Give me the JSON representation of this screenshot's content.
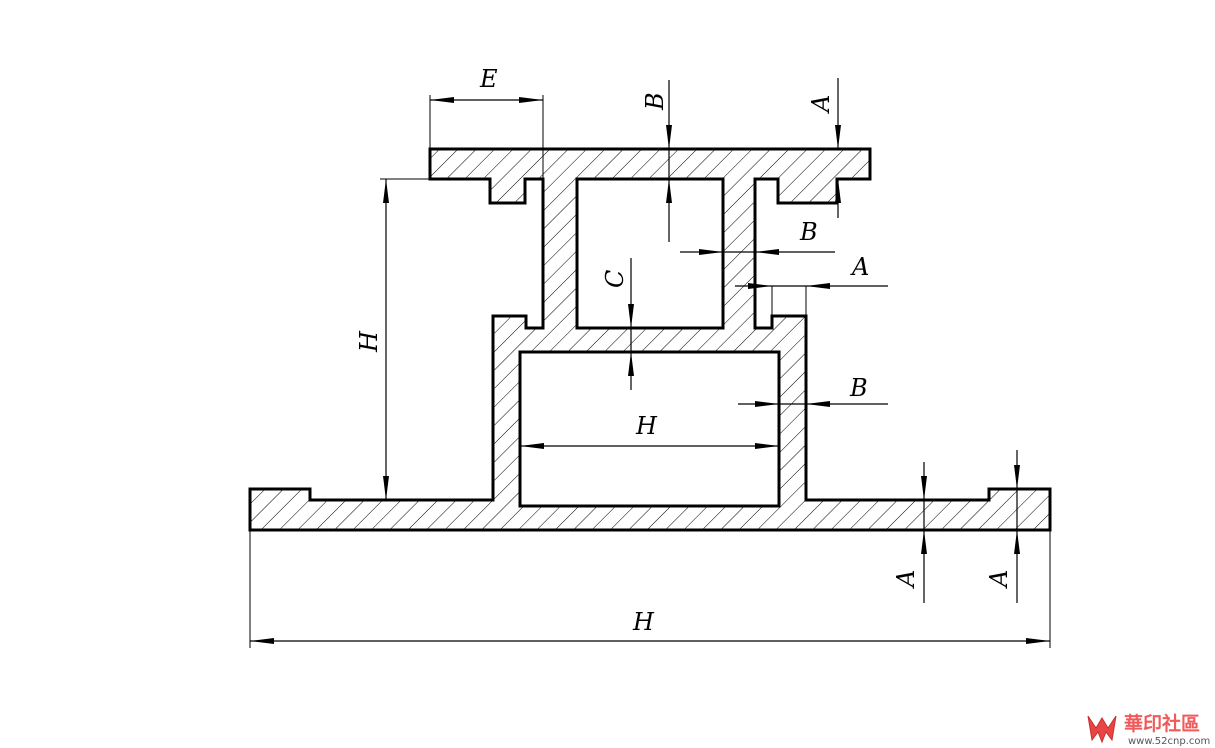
{
  "diagram": {
    "labels": {
      "E_top": "E",
      "B_top_vertical": "B",
      "A_top_vertical": "A",
      "B_right_web": "B",
      "A_right_gap": "A",
      "C_middle": "C",
      "H_left": "H",
      "H_inner": "H",
      "B_right_wall": "B",
      "A_bottom_left": "A",
      "A_bottom_right": "A",
      "H_bottom": "H"
    }
  },
  "watermark": {
    "text": "華印社區",
    "url": "www.52cnp.com"
  },
  "colors": {
    "line": "#000000",
    "background": "#ffffff",
    "watermark_text": "#f05a5a",
    "watermark_logo": "#e84545"
  }
}
